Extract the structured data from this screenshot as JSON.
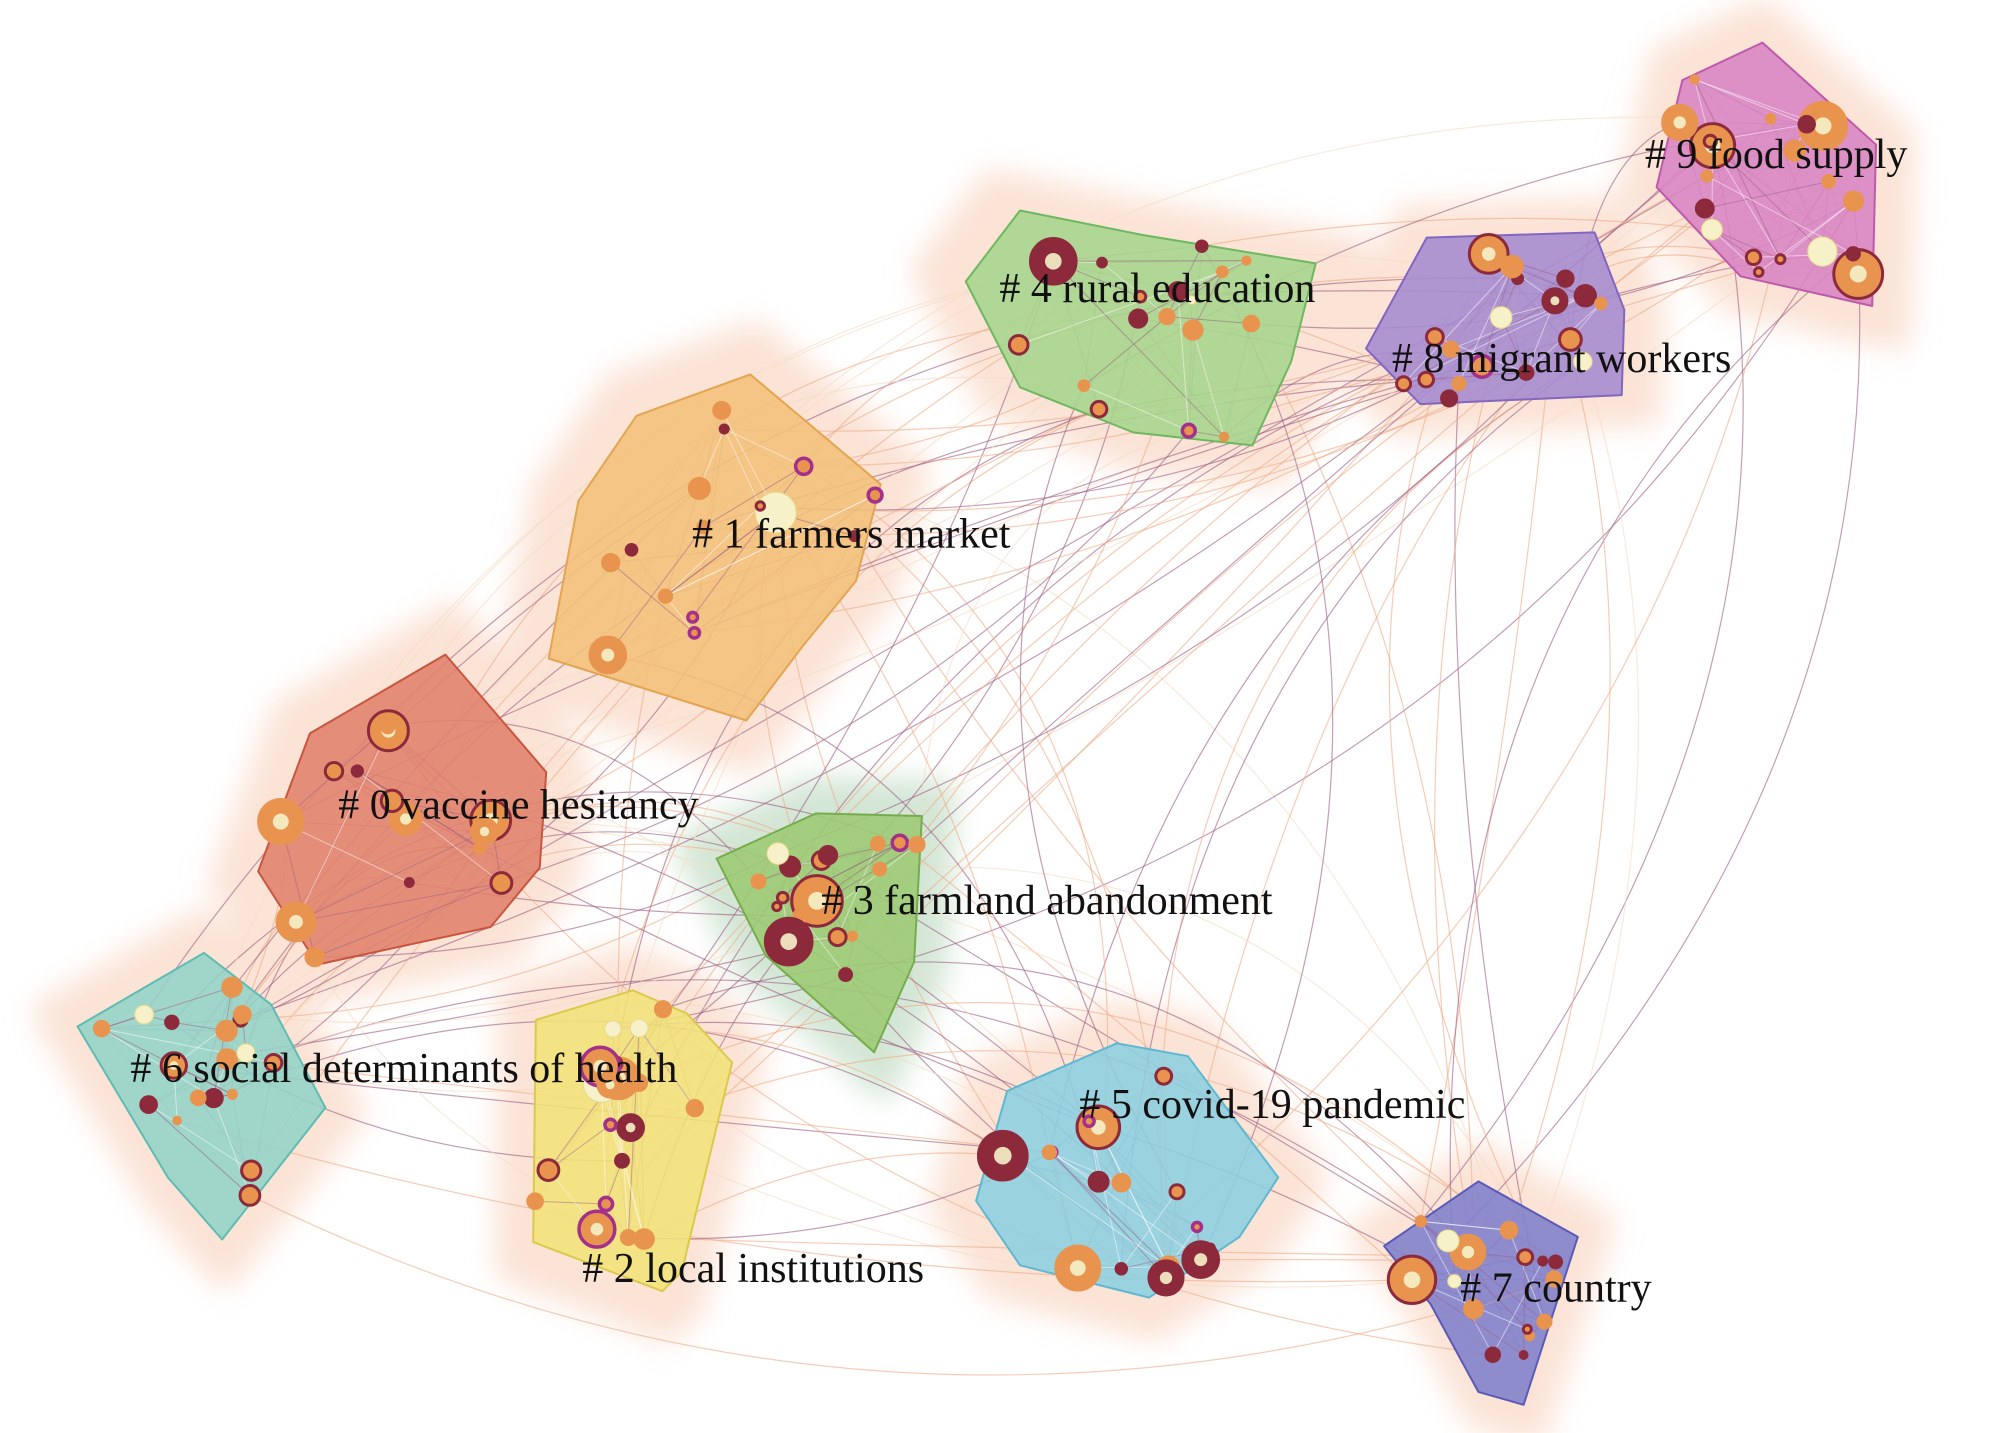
{
  "colors": {
    "halo": "#fbe3d6",
    "halo_cluster_3": "#d3e6d5",
    "node_fill": "#e8944f",
    "node_dark": "#8c2a3c",
    "node_ring": "#a3308a",
    "node_light": "#f6f1c9",
    "link_warm": "#efaa86",
    "link_purple": "#9c5d84",
    "link_pale": "#f3dcc4"
  },
  "clusters": [
    {
      "id": 0,
      "label": "# 0 vaccine hesitancy",
      "fill": "#e0826d",
      "stroke": "#c9553f"
    },
    {
      "id": 1,
      "label": "# 1 farmers market",
      "fill": "#f2c07a",
      "stroke": "#e3a552"
    },
    {
      "id": 2,
      "label": "# 2 local institutions",
      "fill": "#f1e27a",
      "stroke": "#dcc94c"
    },
    {
      "id": 3,
      "label": "# 3 farmland abandonment",
      "fill": "#9ccb73",
      "stroke": "#74ad4c"
    },
    {
      "id": 4,
      "label": "# 4 rural education",
      "fill": "#a6d58d",
      "stroke": "#6fb761"
    },
    {
      "id": 5,
      "label": "# 5 covid-19 pandemic",
      "fill": "#8ccfe0",
      "stroke": "#5fb8d2"
    },
    {
      "id": 6,
      "label": "# 6 social determinants of health",
      "fill": "#93d3c7",
      "stroke": "#5fbcb2"
    },
    {
      "id": 7,
      "label": "# 7 country",
      "fill": "#8080cc",
      "stroke": "#5a5ab8"
    },
    {
      "id": 8,
      "label": "# 8 migrant workers",
      "fill": "#a48bd0",
      "stroke": "#8266c0"
    },
    {
      "id": 9,
      "label": "# 9 food supply",
      "fill": "#d784c4",
      "stroke": "#bf5aab"
    }
  ]
}
